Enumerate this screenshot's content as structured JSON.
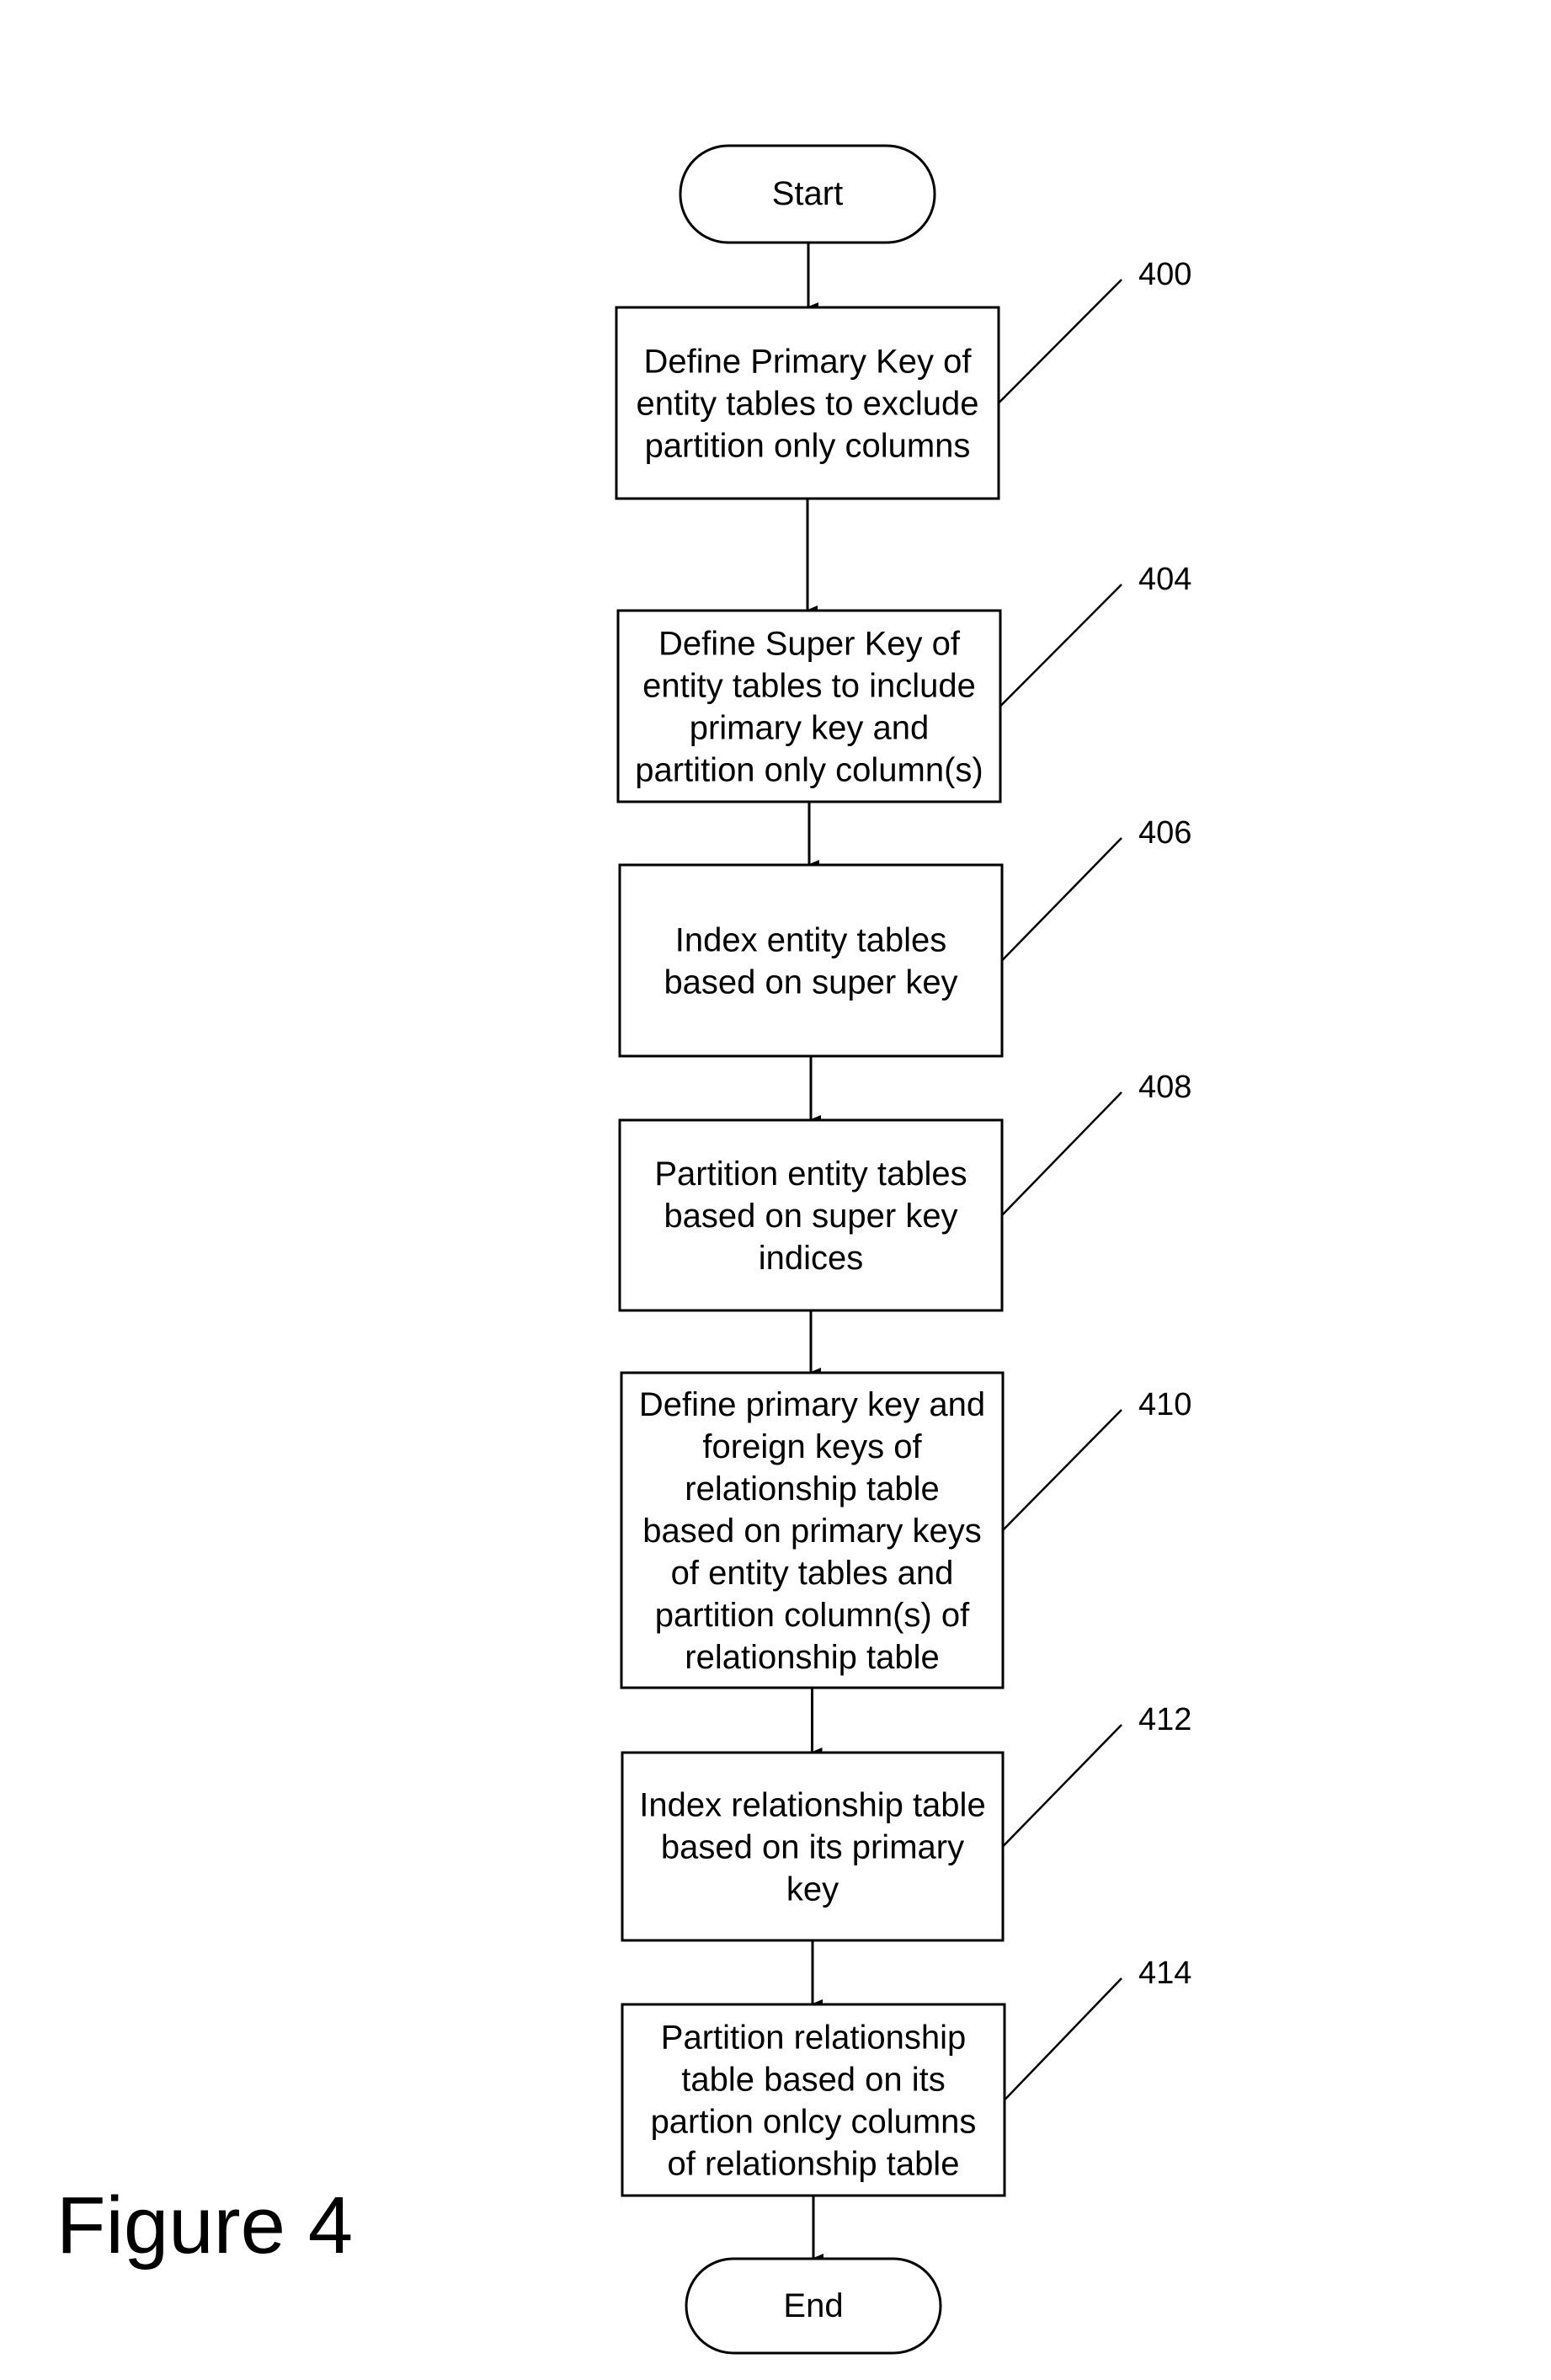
{
  "figure_label": "Figure 4",
  "start": "Start",
  "end": "End",
  "steps": [
    {
      "ref": "400",
      "lines": [
        "Define Primary Key of",
        "entity tables to exclude",
        "partition only columns"
      ]
    },
    {
      "ref": "404",
      "lines": [
        "Define Super Key of",
        "entity tables to include",
        "primary key and",
        "partition only column(s)"
      ]
    },
    {
      "ref": "406",
      "lines": [
        "Index entity tables",
        "based on super key"
      ]
    },
    {
      "ref": "408",
      "lines": [
        "Partition entity tables",
        "based on super key",
        "indices"
      ]
    },
    {
      "ref": "410",
      "lines": [
        "Define primary key and",
        "foreign keys of",
        "relationship table",
        "based on primary keys",
        "of entity tables and",
        "partition column(s) of",
        "relationship table"
      ]
    },
    {
      "ref": "412",
      "lines": [
        "Index relationship table",
        "based on its primary",
        "key"
      ]
    },
    {
      "ref": "414",
      "lines": [
        "Partition relationship",
        "table based on its",
        "partion onlcy columns",
        "of relationship table"
      ]
    }
  ]
}
